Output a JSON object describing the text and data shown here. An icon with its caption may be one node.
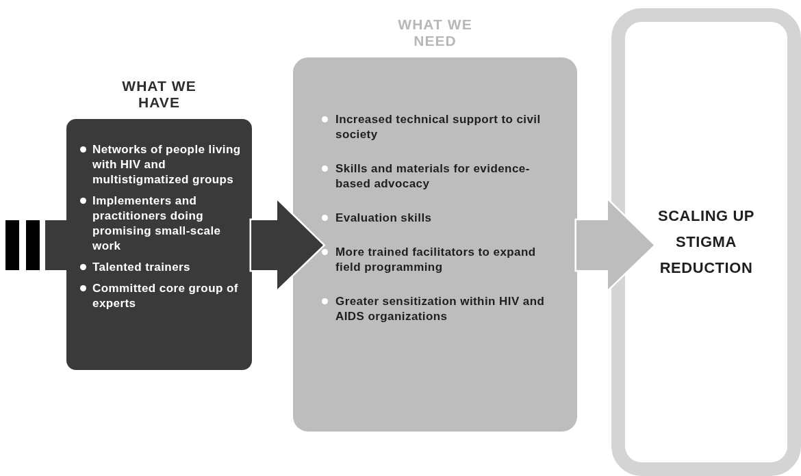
{
  "diagram": {
    "nodes": [
      {
        "text": [
          "WHAT WE HAVE",
          "Networks of people living with HIV and multistigmatized groups",
          "Implementers and practitioners doing promising small-scale work",
          "Talented trainers",
          "Committed core group of experts"
        ]
      },
      {
        "text": [
          "WHAT WE NEED",
          "Increased technical support to civil society",
          "Skills and materials for evidence-based advocacy",
          "Evaluation skills",
          "More trained facilitators to expand field programming",
          "Greater sensitization within HIV and AIDS organizations"
        ]
      },
      {
        "text": [
          "SCALING UP STIGMA REDUCTION"
        ]
      }
    ],
    "edges": [
      {
        "from": 0,
        "to": 1,
        "arrow": "to",
        "color": "#3a3a3a"
      },
      {
        "from": 1,
        "to": 2,
        "arrow": "to"
      }
    ]
  }
}
